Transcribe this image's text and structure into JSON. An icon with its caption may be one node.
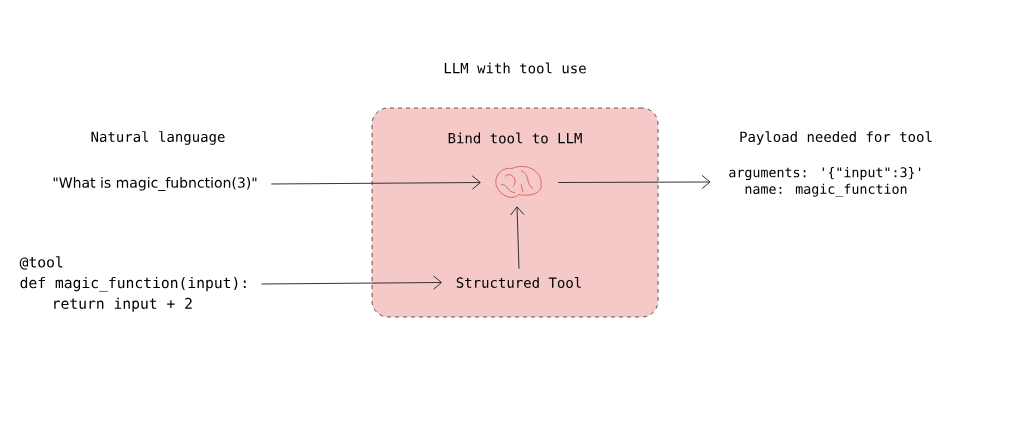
{
  "diagram": {
    "nodes": [
      {
        "text": [
          "LLM with tool use",
          "Bind tool to LLM"
        ]
      },
      {
        "text": [],
        "shape": "picture",
        "in": 0
      },
      {
        "text": [
          "Structured Tool"
        ],
        "in": 0
      },
      {
        "text": [
          "\"What is magic_fubnction(3)\""
        ]
      },
      {
        "text": [
          "@tool",
          "def magic_function(input):",
          "return input + 2"
        ]
      },
      {
        "text": [
          "Payload needed for tool",
          "arguments: '{\"input\":3}'",
          "name: magic_function"
        ]
      }
    ],
    "edges": [
      {
        "from": 3,
        "to": 1,
        "arrow": "to"
      },
      {
        "from": 4,
        "to": 2,
        "arrow": "to"
      },
      {
        "from": 2,
        "to": 1,
        "arrow": "to"
      },
      {
        "from": 1,
        "to": 5,
        "arrow": "to"
      }
    ],
    "labels": [
      "Natural language"
    ]
  }
}
